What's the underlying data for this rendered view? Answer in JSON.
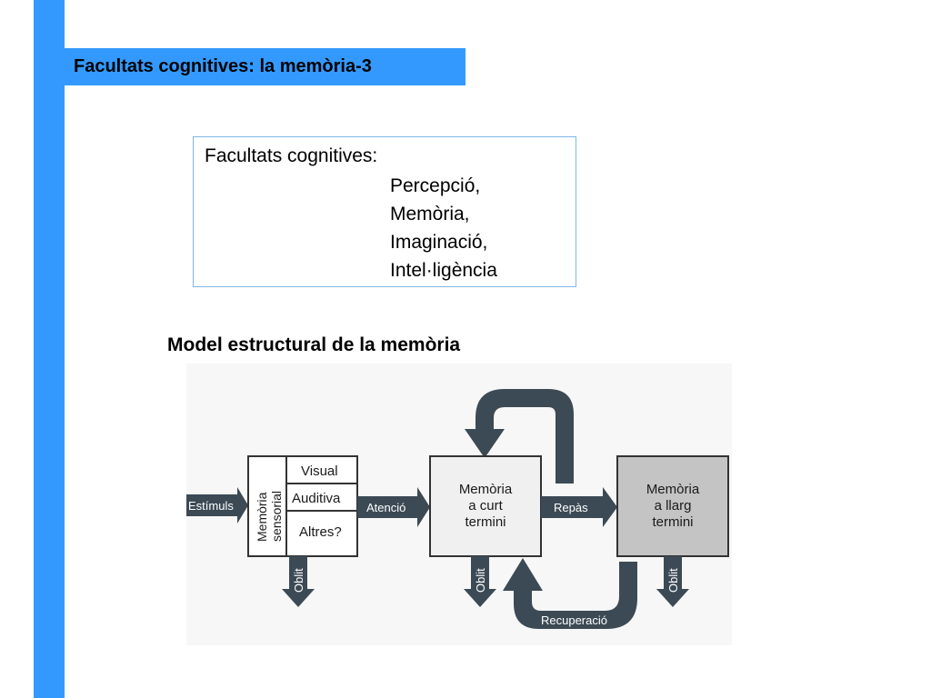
{
  "slide": {
    "title": "Facultats cognitives: la memòria-3",
    "accent_color": "#3399ff"
  },
  "faculties": {
    "heading": "Facultats cognitives:",
    "items": [
      "Percepció,",
      "Memòria,",
      "Imaginació,",
      "Intel·ligència"
    ]
  },
  "model": {
    "title": "Model estructural de la memòria",
    "diagram": {
      "input_label": "Estímuls",
      "sensory_label_line1": "Memòria",
      "sensory_label_line2": "sensorial",
      "modalities": [
        "Visual",
        "Auditiva",
        "Altres?"
      ],
      "attention_label": "Atenció",
      "short_term_line1": "Memòria",
      "short_term_line2": "a curt",
      "short_term_line3": "termini",
      "rehearsal_label": "Repàs",
      "long_term_line1": "Memòria",
      "long_term_line2": "a llarg",
      "long_term_line3": "termini",
      "forgetting_label": "Oblit",
      "retrieval_label": "Recuperació"
    }
  }
}
